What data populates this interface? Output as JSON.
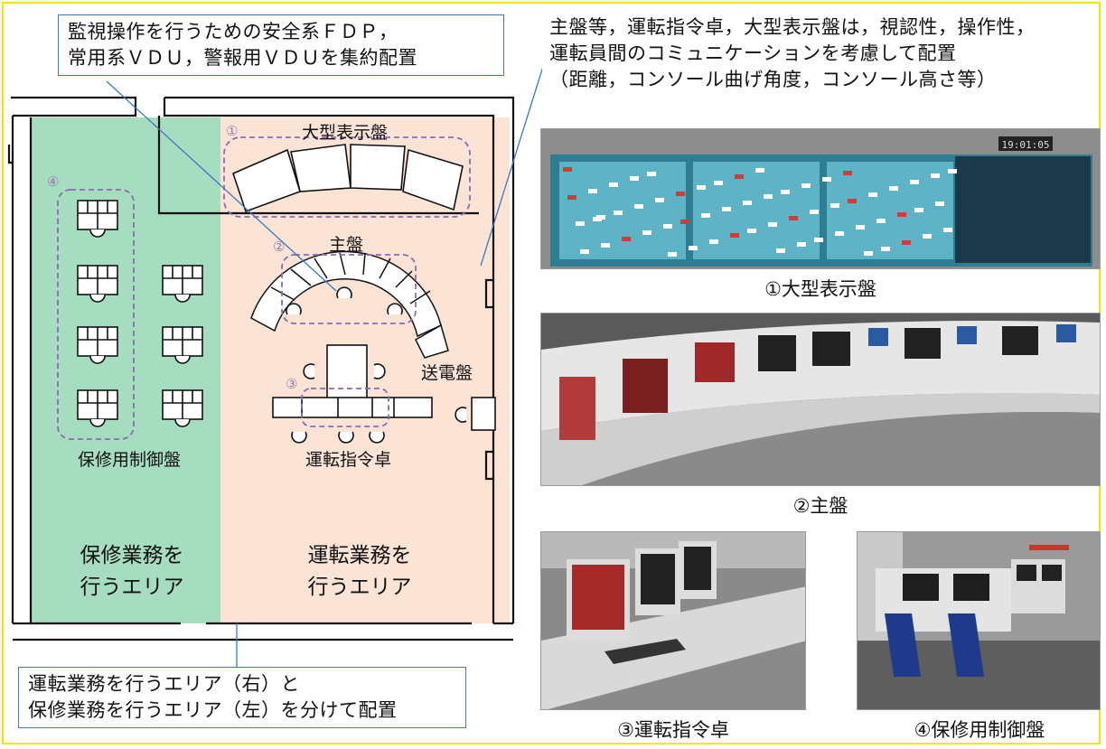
{
  "callouts": {
    "top_left": [
      "監視操作を行うための安全系ＦＤＰ，",
      "常用系ＶＤＵ，警報用ＶＤＵを集約配置"
    ],
    "top_right": [
      "主盤等，運転指令卓，大型表示盤は，視認性，操作性，",
      "運転員間のコミュニケーションを考慮して配置",
      "（距離，コンソール曲げ角度，コンソール高さ等）"
    ],
    "bottom_left": [
      "運転業務を行うエリア（右）と",
      "保修業務を行うエリア（左）を分けて配置"
    ]
  },
  "plan": {
    "large_display": "大型表示盤",
    "main_panel": "主盤",
    "transmission_panel": "送電盤",
    "command_desk": "運転指令卓",
    "maintenance_panel": "保修用制御盤",
    "maintenance_area": [
      "保修業務を",
      "行うエリア"
    ],
    "operation_area": [
      "運転業務を",
      "行うエリア"
    ],
    "markers": [
      "①",
      "②",
      "③",
      "④"
    ],
    "colors": {
      "maintenance_area": "#a6dcc0",
      "operation_area": "#fbe4d6",
      "dashed_outline": "#8b6bb0",
      "callout_border": "#3a78c2"
    }
  },
  "captions": {
    "photo1": "①大型表示盤",
    "photo2": "②主盤",
    "photo3": "③運転指令卓",
    "photo4": "④保修用制御盤"
  },
  "clock_text": "19:01:05"
}
